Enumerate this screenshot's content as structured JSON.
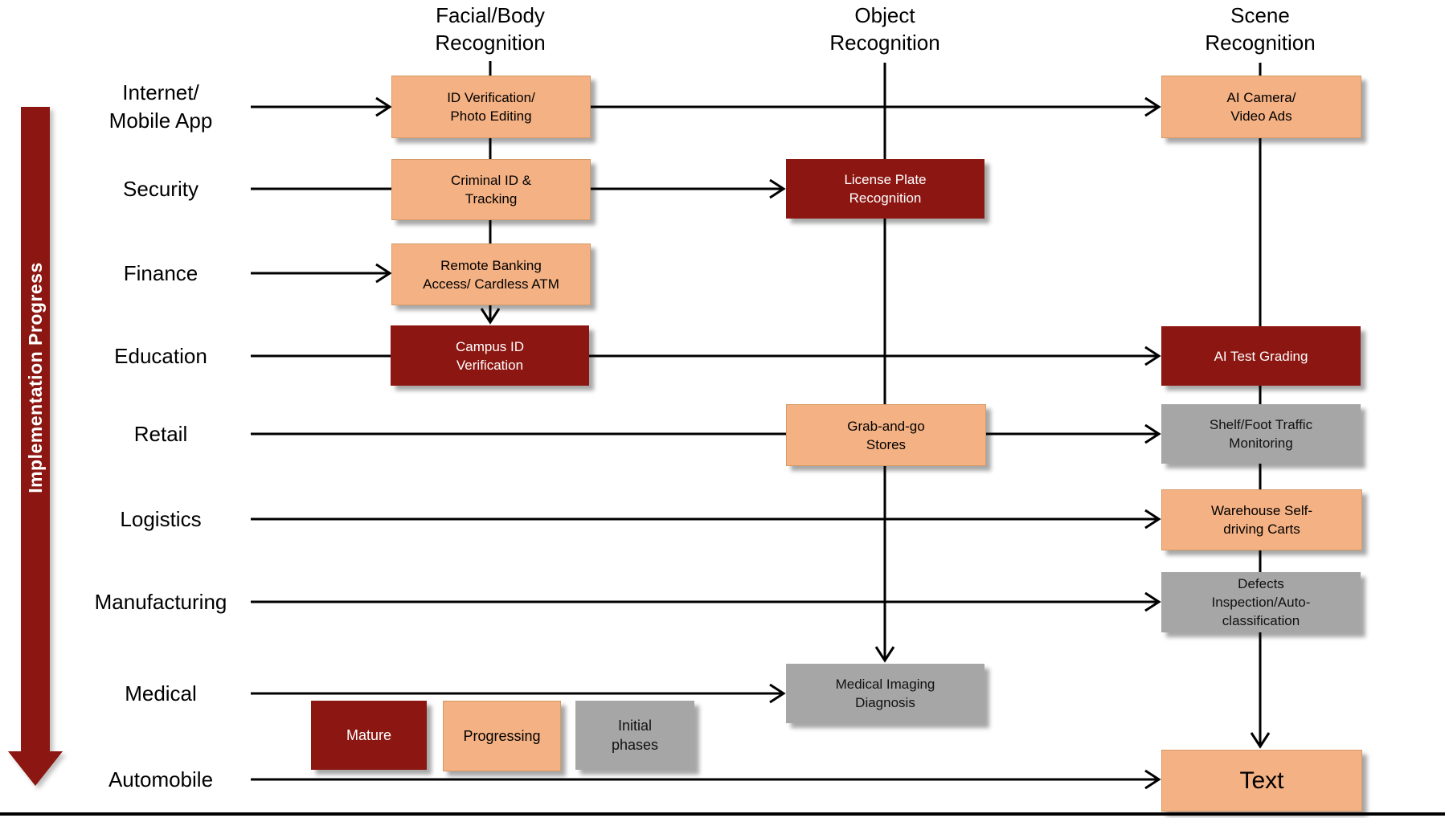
{
  "colors": {
    "mature": "#8C1712",
    "progressing": "#F4B183",
    "initial": "#A6A6A6",
    "line": "#000000"
  },
  "arrow": {
    "label": "Implementation Progress"
  },
  "columns": [
    {
      "id": "facial-body",
      "label": "Facial/Body\nRecognition"
    },
    {
      "id": "object",
      "label": "Object\nRecognition"
    },
    {
      "id": "scene",
      "label": "Scene\nRecognition"
    }
  ],
  "rows": [
    {
      "id": "internet-mobile-app",
      "label": "Internet/\nMobile App"
    },
    {
      "id": "security",
      "label": "Security"
    },
    {
      "id": "finance",
      "label": "Finance"
    },
    {
      "id": "education",
      "label": "Education"
    },
    {
      "id": "retail",
      "label": "Retail"
    },
    {
      "id": "logistics",
      "label": "Logistics"
    },
    {
      "id": "manufacturing",
      "label": "Manufacturing"
    },
    {
      "id": "medical",
      "label": "Medical"
    },
    {
      "id": "automobile",
      "label": "Automobile"
    }
  ],
  "boxes": {
    "id_verification": {
      "label": "ID Verification/\nPhoto Editing",
      "status": "Progressing"
    },
    "criminal_id": {
      "label": "Criminal ID &\nTracking",
      "status": "Progressing"
    },
    "remote_banking": {
      "label": "Remote Banking\nAccess/ Cardless ATM",
      "status": "Progressing"
    },
    "campus_id": {
      "label": "Campus ID\nVerification",
      "status": "Mature"
    },
    "license_plate": {
      "label": "License Plate\nRecognition",
      "status": "Mature"
    },
    "grab_and_go": {
      "label": "Grab-and-go\nStores",
      "status": "Progressing"
    },
    "medical_imaging": {
      "label": "Medical Imaging\nDiagnosis",
      "status": "Initial phases"
    },
    "ai_camera": {
      "label": "AI Camera/\nVideo Ads",
      "status": "Progressing"
    },
    "ai_test_grading": {
      "label": "AI Test Grading",
      "status": "Mature"
    },
    "shelf_foot": {
      "label": "Shelf/Foot Traffic\nMonitoring",
      "status": "Initial phases"
    },
    "warehouse": {
      "label": "Warehouse Self-\ndriving Carts",
      "status": "Progressing"
    },
    "defects": {
      "label": "Defects\nInspection/Auto-\nclassification",
      "status": "Initial phases"
    },
    "automobile_text": {
      "label": "Text",
      "status": "Progressing"
    }
  },
  "legend": [
    {
      "id": "mature",
      "label": "Mature"
    },
    {
      "id": "progressing",
      "label": "Progressing"
    },
    {
      "id": "initial",
      "label": "Initial\nphases"
    }
  ]
}
